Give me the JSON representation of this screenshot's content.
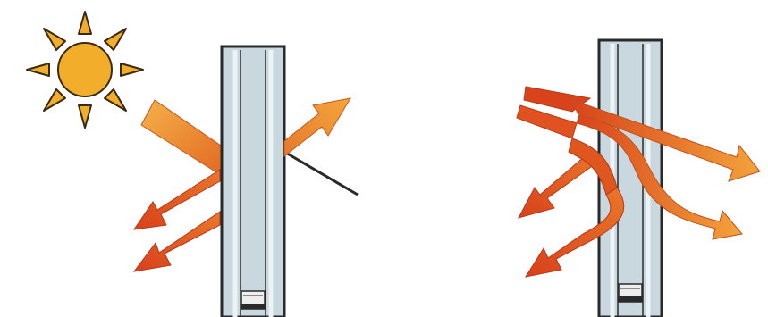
{
  "diagram": {
    "panels": [
      {
        "id": "left",
        "elements": [
          "sun-icon",
          "incoming-sun-ray",
          "double-pane-glass-window",
          "reflected-arrows",
          "transmitted-arrow"
        ]
      },
      {
        "id": "right",
        "elements": [
          "double-pane-glass-window",
          "incoming-rays",
          "reflected-arrows",
          "transmitted-arrows"
        ]
      }
    ],
    "colors": {
      "sun": "#F2AE2A",
      "sun_outline": "#3A2A10",
      "ray_light": "#F2A03A",
      "ray_dark": "#D9431A",
      "glass_fill": "#C9D8DF",
      "frame": "#2A2A2A",
      "background": "#FFFFFF"
    }
  }
}
